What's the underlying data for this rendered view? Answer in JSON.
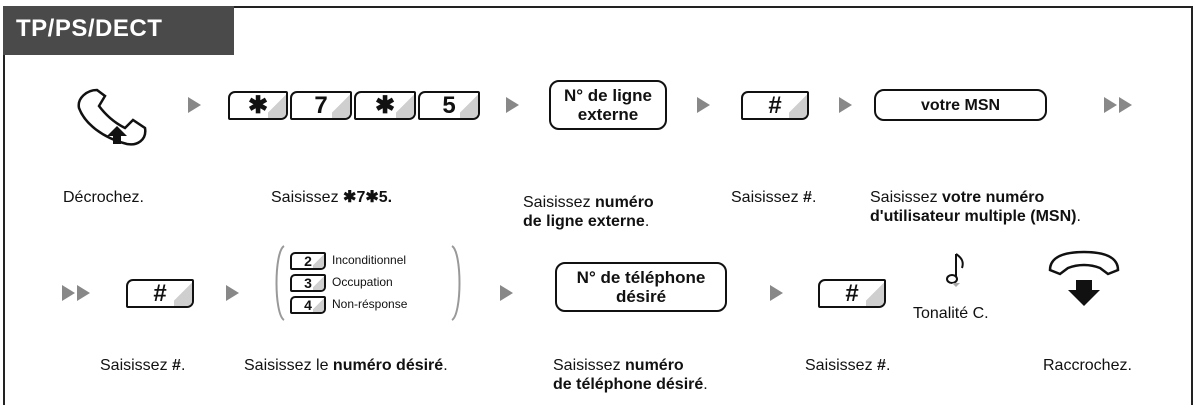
{
  "header": {
    "title": "TP/PS/DECT"
  },
  "row1": {
    "keys": [
      "✱",
      "7",
      "✱",
      "5"
    ],
    "box_line": [
      "N° de ligne",
      "externe"
    ],
    "hash": "#",
    "msn": "votre MSN",
    "captions": {
      "offhook": "Décrochez.",
      "enter_code_pre": "Saisissez ",
      "enter_code_val": "✱7✱5.",
      "line_pre": "Saisissez ",
      "line_b1": "numéro",
      "line_b2": "de ligne externe",
      "line_post": ".",
      "hash_pre": "Saisissez ",
      "hash_b": "#",
      "hash_post": ".",
      "msn_pre": "Saisissez ",
      "msn_b1": "votre numéro",
      "msn_b2": "d'utilisateur multiple (MSN)",
      "msn_post": "."
    }
  },
  "row2": {
    "hash": "#",
    "options": [
      {
        "key": "2",
        "label": "Inconditionnel"
      },
      {
        "key": "3",
        "label": "Occupation"
      },
      {
        "key": "4",
        "label": "Non-résponse"
      }
    ],
    "box_phone": [
      "N° de téléphone",
      "désiré"
    ],
    "hash2": "#",
    "tone": "Tonalité C.",
    "captions": {
      "hash_pre": "Saisissez ",
      "hash_b": "#",
      "hash_post": ".",
      "num_pre": "Saisissez le ",
      "num_b": "numéro désiré",
      "num_post": ".",
      "phone_pre": "Saisissez ",
      "phone_b1": "numéro",
      "phone_b2": "de téléphone désiré",
      "phone_post": ".",
      "hash2_pre": "Saisissez ",
      "hash2_b": "#",
      "hash2_post": ".",
      "onhook": "Raccrochez."
    }
  },
  "icons": {
    "offhook": "handset-offhook-icon",
    "onhook": "handset-onhook-icon",
    "tone": "music-note-icon",
    "arrow": "arrow-right-icon"
  },
  "colors": {
    "header_bg": "#4a4a4a",
    "arrow": "#888888",
    "key_shade": "#cfcfcf"
  }
}
